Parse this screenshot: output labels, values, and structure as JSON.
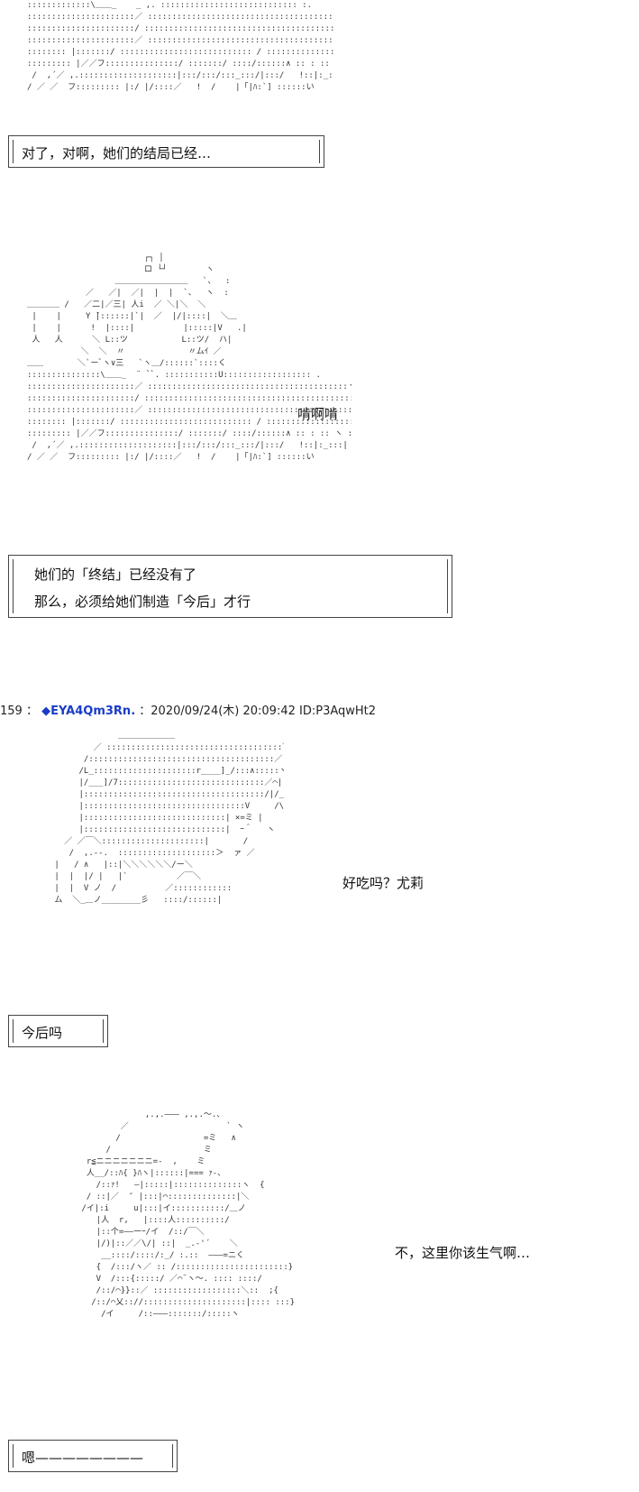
{
  "scene1": {
    "caption": "对了，对啊，她们的结局已经…"
  },
  "scene2": {
    "speech": "啃啊啃",
    "caption_lines": [
      "她们的「终结」已经没有了",
      "那么，必须给她们制造「今后」才行"
    ]
  },
  "post": {
    "number": "159",
    "separator": "：",
    "diamond": "◆",
    "trip": "EYA4Qm3Rn.",
    "datetime": "：2020/09/24(木) 20:09:42",
    "id": "ID:P3AqwHt2"
  },
  "scene3": {
    "speech": "好吃吗？尤莉",
    "caption": "今后吗"
  },
  "scene4": {
    "speech": "不，这里你该生气啊…",
    "caption": "嗯————————"
  }
}
